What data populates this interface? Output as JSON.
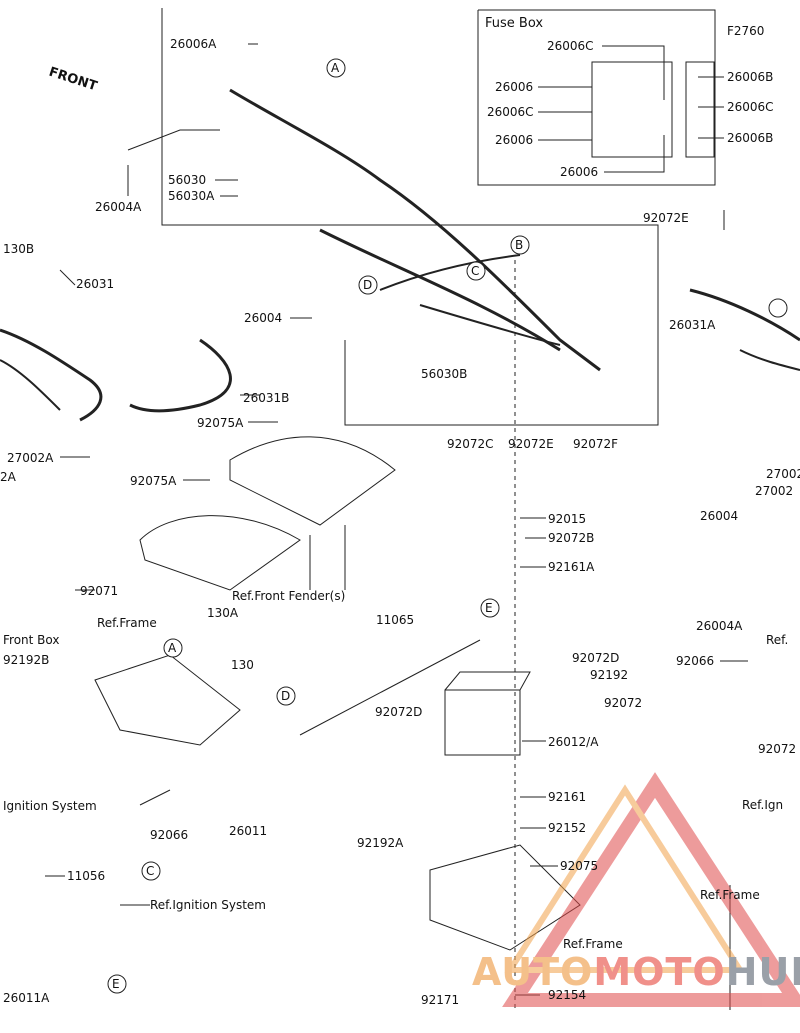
{
  "figure_code": "F2760",
  "fuse_box_title": "Fuse Box",
  "front_label": "FRONT",
  "watermark": {
    "part1": "AUTO",
    "part2": "MOTO",
    "part3": "HUB"
  },
  "colors": {
    "line": "#222222",
    "watermark_red": "#e04a4a",
    "watermark_orange": "#f2a24a",
    "watermark_gray": "#8a9099"
  },
  "parts": [
    "26006A",
    "26004A",
    "56030",
    "56030A",
    "26031",
    "26004",
    "26031B",
    "56030B",
    "92072E",
    "26006C",
    "26006",
    "26006C",
    "26006",
    "26006",
    "26006B",
    "26006C",
    "26006B",
    "B",
    "C",
    "D",
    "A",
    "26031A",
    "92075A",
    "92075A",
    "27002A",
    "92071",
    "Front Box",
    "92192B",
    "Ref.Front Fender(s)",
    "92072C",
    "92072E",
    "92072F",
    "92015",
    "92072B",
    "92161A",
    "26004",
    "26004A",
    "Ref.Frame",
    "130A",
    "A",
    "130",
    "D",
    "11065",
    "E",
    "92072D",
    "92192",
    "92072",
    "26012/A",
    "92066",
    "92072D",
    "92161",
    "92152",
    "92075",
    "26011",
    "92066",
    "92192A",
    "Ignition System",
    "11056",
    "C",
    "Ref.Ignition System",
    "26011A",
    "E",
    "92171",
    "92154",
    "Ref.Frame",
    "Ref.Frame",
    "Ref.Ign",
    "130B",
    "2A",
    "27002",
    "27002",
    "Ref.",
    "92072"
  ]
}
